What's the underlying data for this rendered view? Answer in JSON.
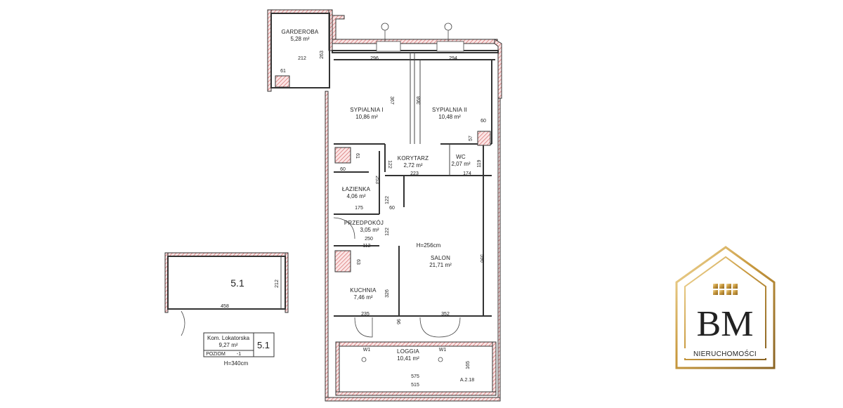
{
  "rooms": {
    "garderoba": {
      "name": "GARDEROBA",
      "area": "5,28 m²"
    },
    "sypialnia1": {
      "name": "SYPIALNIA I",
      "area": "10,86 m²"
    },
    "sypialnia2": {
      "name": "SYPIALNIA II",
      "area": "10,48 m²"
    },
    "korytarz": {
      "name": "KORYTARZ",
      "area": "2,72 m²"
    },
    "wc": {
      "name": "WC",
      "area": "2,07 m²"
    },
    "lazienka": {
      "name": "ŁAZIENKA",
      "area": "4,06 m²"
    },
    "przedpokoj": {
      "name": "PRZEDPOKÓJ",
      "area": "3,05 m²"
    },
    "salon": {
      "name": "SALON",
      "area": "21,71 m²",
      "height": "H=256cm"
    },
    "kuchnia": {
      "name": "KUCHNIA",
      "area": "7,46 m²"
    },
    "loggia": {
      "name": "LOGGIA",
      "area": "10,41 m²"
    }
  },
  "dims": {
    "d212": "212",
    "d263": "263",
    "d61": "61",
    "d296": "296",
    "d294": "294",
    "d367": "367",
    "d368": "368",
    "d60a": "60",
    "d57": "57",
    "d61b": "61",
    "d60b": "60",
    "d122a": "122",
    "d223": "223",
    "d174": "174",
    "d119": "119",
    "d253": "253",
    "d175": "175",
    "d122b": "122",
    "d60c": "60",
    "d122c": "122",
    "d250": "250",
    "d112": "112",
    "d596": "596",
    "d326": "326",
    "d63": "63",
    "d235": "235",
    "d352": "352",
    "d96": "96",
    "d575": "575",
    "d515": "515",
    "d165": "165",
    "d212b": "212",
    "d458": "458"
  },
  "markers": {
    "a": "A.2.18",
    "w1": "W1",
    "w2": "W1"
  },
  "storage": {
    "number": "5.1",
    "label": "Kom. Lokatorska",
    "area": "9,27 m²",
    "level_label": "POZIOM",
    "level_value": "-1",
    "height": "H=340cm",
    "tag": "5.1"
  },
  "logo": {
    "initials": "BM",
    "text": "NIERUCHOMOŚCI",
    "colors": {
      "gold_light": "#f3dca0",
      "gold": "#c99a3f",
      "gold_dark": "#8a6424"
    }
  }
}
